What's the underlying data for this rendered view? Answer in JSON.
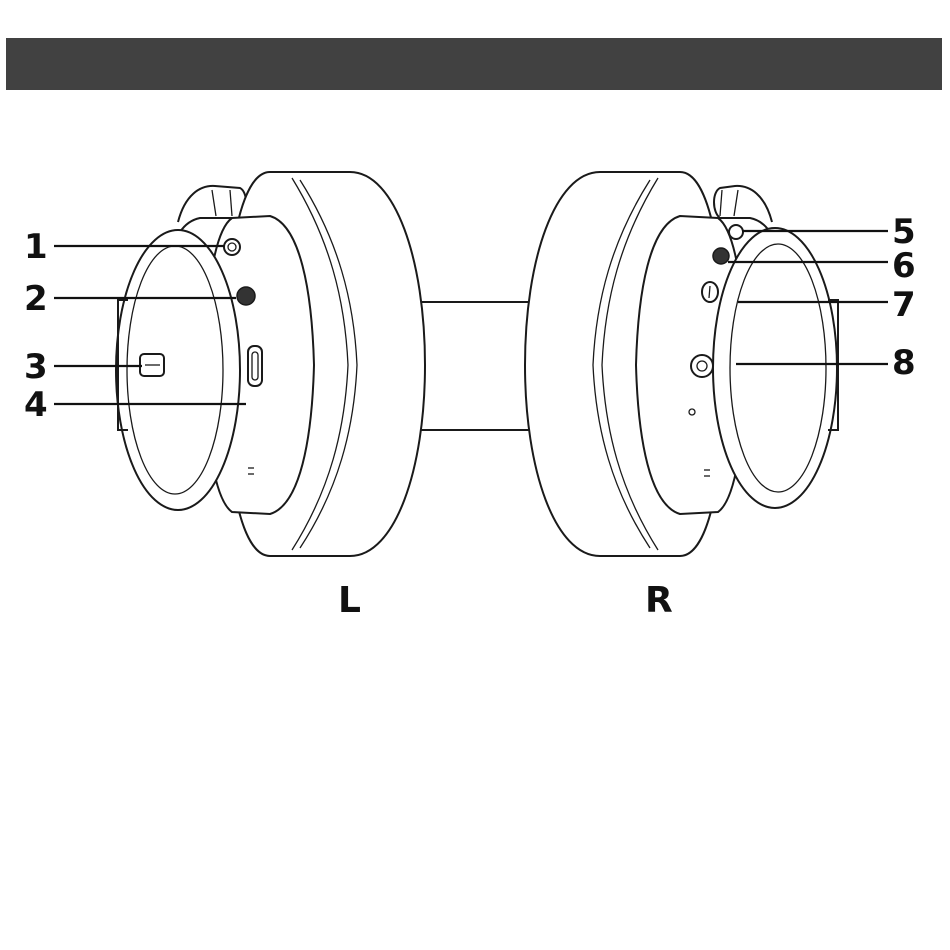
{
  "header": {
    "title": ""
  },
  "callouts_left": [
    {
      "number": "1"
    },
    {
      "number": "2"
    },
    {
      "number": "3"
    },
    {
      "number": "4"
    }
  ],
  "callouts_right": [
    {
      "number": "5"
    },
    {
      "number": "6"
    },
    {
      "number": "7"
    },
    {
      "number": "8"
    }
  ],
  "side_labels": {
    "left": "L",
    "right": "R"
  },
  "colors": {
    "header": "#414141",
    "line": "#1a1a1a"
  }
}
